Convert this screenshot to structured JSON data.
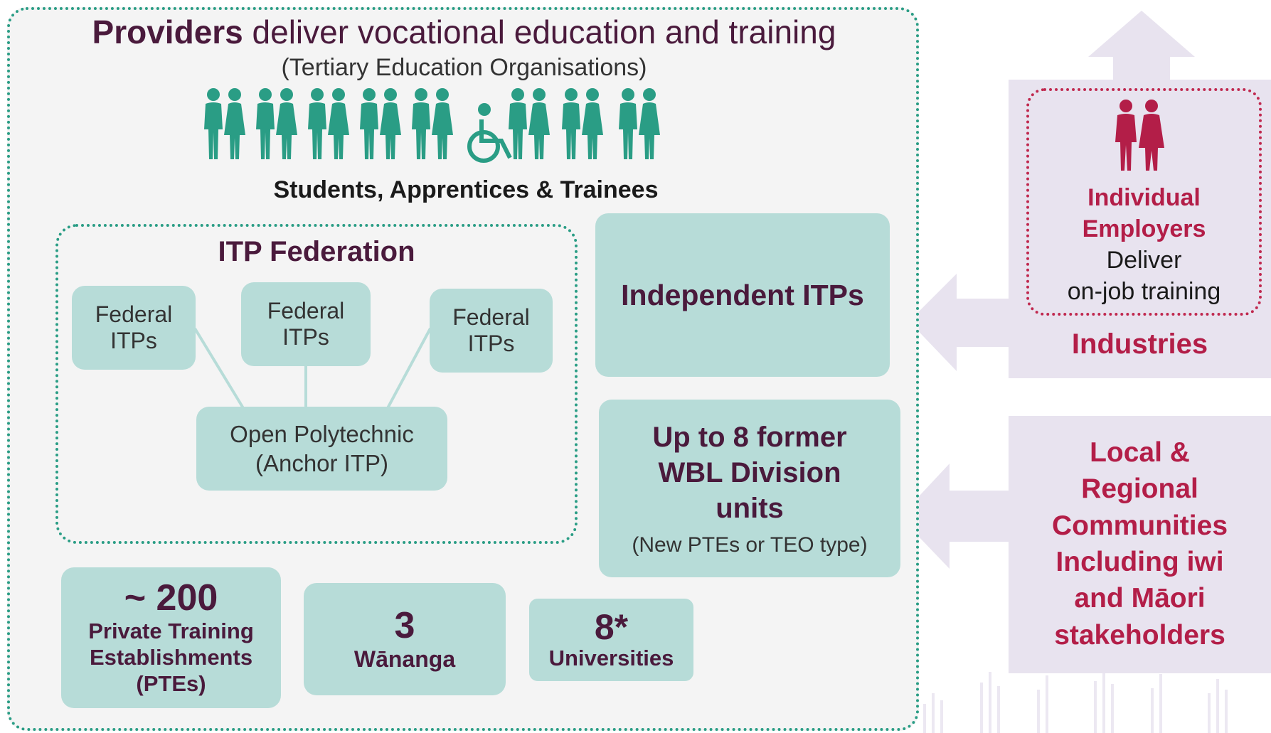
{
  "title": {
    "bold": "Providers",
    "rest": " deliver vocational education and training"
  },
  "subtitle": "(Tertiary Education Organisations)",
  "learners_label": "Students, Apprentices & Trainees",
  "itp_federation": {
    "title": "ITP Federation",
    "federal_1": [
      "Federal",
      "ITPs"
    ],
    "federal_2": [
      "Federal",
      "ITPs"
    ],
    "federal_3": [
      "Federal",
      "ITPs"
    ],
    "anchor": [
      "Open Polytechnic",
      "(Anchor ITP)"
    ]
  },
  "independent": "Independent ITPs",
  "wbl": {
    "lines": [
      "Up to 8 former",
      "WBL Division",
      "units"
    ],
    "note": "(New PTEs or TEO type)"
  },
  "pte": {
    "number": "~ 200",
    "lines": [
      "Private Training",
      "Establishments",
      "(PTEs)"
    ]
  },
  "wananga": {
    "number": "3",
    "label": "Wānanga"
  },
  "universities": {
    "number": "8*",
    "label": "Universities"
  },
  "industries": {
    "employer_lines": [
      "Individual",
      "Employers"
    ],
    "deliver_lines": [
      "Deliver",
      "on-job training"
    ],
    "label": "Industries"
  },
  "communities": [
    "Local &",
    "Regional",
    "Communities",
    "Including iwi",
    "and Māori",
    "stakeholders"
  ],
  "colors": {
    "plum": "#4a1a3c",
    "teal": "#2a9d85",
    "box": "#b7dcd8",
    "crimson": "#b31e48",
    "lilac": "#e8e3ef"
  },
  "icons": {
    "people": "people-pair-icon",
    "wheelchair": "wheelchair-icon"
  }
}
